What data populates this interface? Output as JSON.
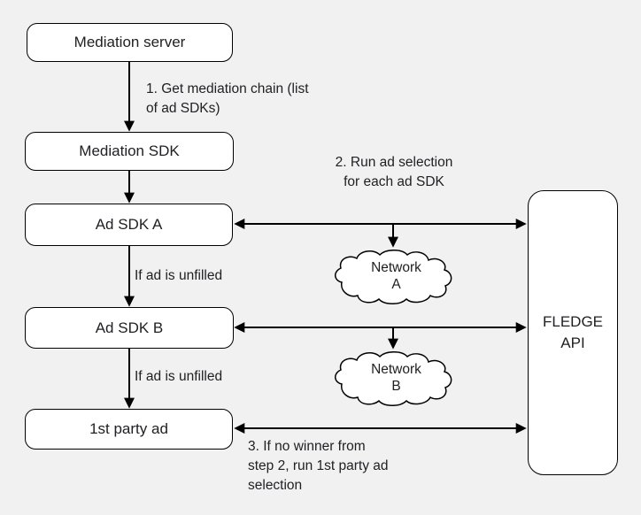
{
  "diagram": {
    "background_color": "#f1f1f1",
    "box_fill_color": "#ffffff",
    "line_color": "#000000",
    "text_color": "#202124",
    "nodes": {
      "mediation_server": {
        "label": "Mediation server"
      },
      "mediation_sdk": {
        "label": "Mediation SDK"
      },
      "ad_sdk_a": {
        "label": "Ad SDK A"
      },
      "ad_sdk_b": {
        "label": "Ad SDK B"
      },
      "first_party_ad": {
        "label": "1st party ad"
      },
      "fledge_api": {
        "label": "FLEDGE\nAPI"
      },
      "network_a": {
        "label": "Network\nA"
      },
      "network_b": {
        "label": "Network\nB"
      }
    },
    "annotations": {
      "step1": "1. Get mediation chain (list\nof ad SDKs)",
      "step2": "2. Run ad selection\nfor each ad SDK",
      "step3": "3. If no winner from\nstep 2, run 1st party ad\nselection",
      "if_unfilled_a": "If ad is unfilled",
      "if_unfilled_b": "If ad is unfilled"
    }
  }
}
